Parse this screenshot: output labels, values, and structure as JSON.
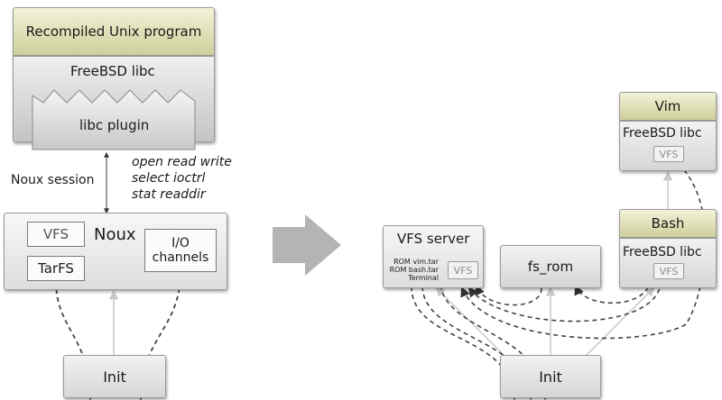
{
  "left": {
    "program_label": "Recompiled Unix program",
    "libc_label": "FreeBSD libc",
    "plugin_label": "libc plugin",
    "session_label": "Noux session",
    "syscalls": [
      "open read write",
      "select ioctrl",
      "stat readdir"
    ],
    "noux_label": "Noux",
    "vfs_label": "VFS",
    "tarfs_label": "TarFS",
    "io_line1": "I/O",
    "io_line2": "channels",
    "init_label": "Init"
  },
  "right": {
    "vfs_server_label": "VFS server",
    "rom_entries": [
      "ROM vim.tar",
      "ROM bash.tar",
      "Terminal"
    ],
    "vfs_inner_label": "VFS",
    "fs_rom_label": "fs_rom",
    "vim_label": "Vim",
    "vim_libc_label": "FreeBSD libc",
    "vim_vfs_label": "VFS",
    "bash_label": "Bash",
    "bash_libc_label": "FreeBSD libc",
    "bash_vfs_label": "VFS",
    "init_label": "Init"
  },
  "colors": {
    "box_top": "#f2f2f2",
    "box_bottom": "#d6d6d6",
    "header_top": "#f2f2d8",
    "header_bottom": "#cfcf9c",
    "dashed_arrow": "#444444",
    "light_line": "#c8c8c8",
    "big_arrow": "#b4b4b4"
  }
}
